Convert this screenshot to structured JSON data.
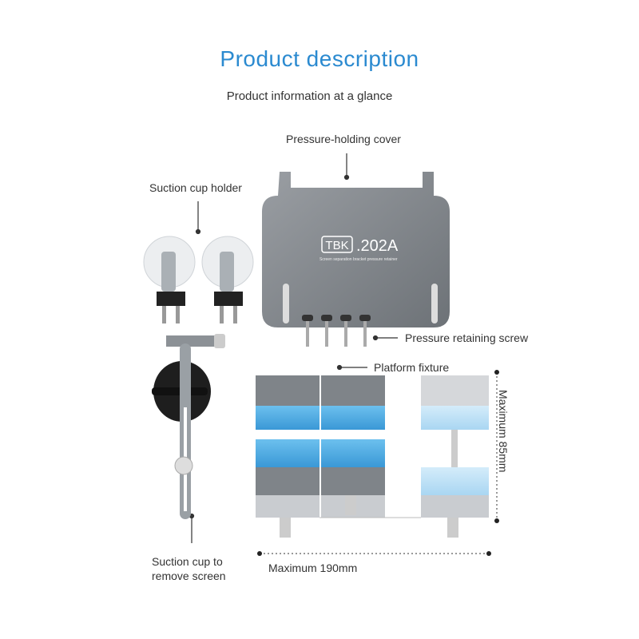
{
  "header": {
    "title": "Product description",
    "subtitle": "Product information at a glance"
  },
  "labels": {
    "cover": "Pressure-holding cover",
    "cup_holder": "Suction cup holder",
    "screw": "Pressure retaining screw",
    "platform": "Platform fixture",
    "suction_line1": "Suction cup to",
    "suction_line2": "remove screen",
    "max_height": "Maximum 85mm",
    "max_width": "Maximum 190mm"
  },
  "product": {
    "brand": "TBK",
    "model": ".202A",
    "tagline": "Screen separation bracket pressure retainer"
  },
  "colors": {
    "accent": "#2b8ad0",
    "plate": "#7d8287",
    "blue_block": "#4aa8e0"
  }
}
